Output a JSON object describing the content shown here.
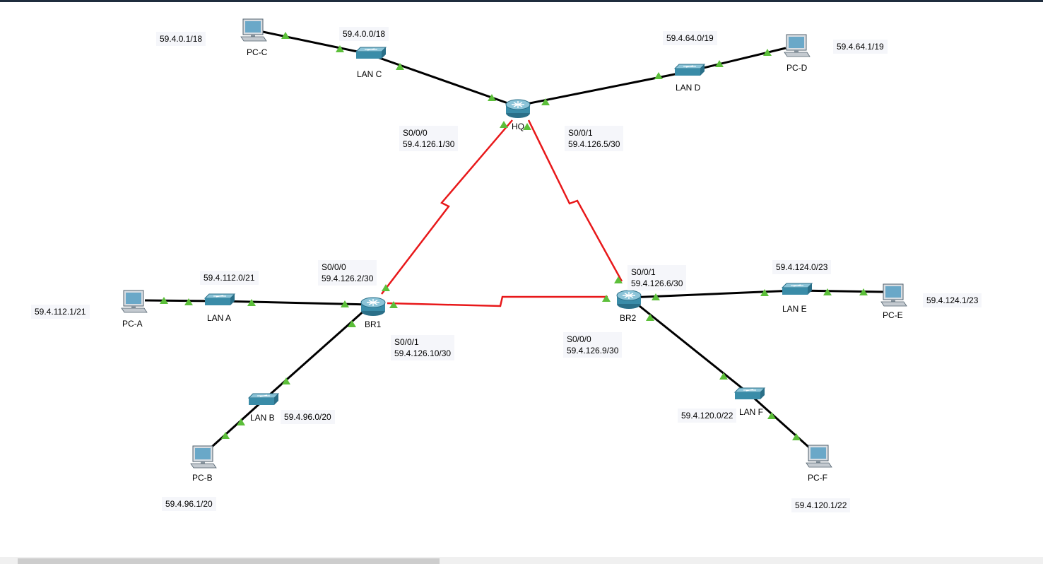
{
  "colors": {
    "ethernet": "#000000",
    "serial": "#e8181a",
    "link_up": "#5cbf3a",
    "device_body": "#3a8ca8",
    "device_light": "#8cc4d8",
    "label_bg": "#f5f6fa"
  },
  "devices": {
    "hq": {
      "name": "HQ",
      "icon": "router-icon"
    },
    "br1": {
      "name": "BR1",
      "icon": "router-icon"
    },
    "br2": {
      "name": "BR2",
      "icon": "router-icon"
    },
    "lan_a": {
      "name": "LAN A",
      "icon": "switch-icon"
    },
    "lan_b": {
      "name": "LAN B",
      "icon": "switch-icon"
    },
    "lan_c": {
      "name": "LAN C",
      "icon": "switch-icon"
    },
    "lan_d": {
      "name": "LAN D",
      "icon": "switch-icon"
    },
    "lan_e": {
      "name": "LAN E",
      "icon": "switch-icon"
    },
    "lan_f": {
      "name": "LAN F",
      "icon": "switch-icon"
    },
    "pc_a": {
      "name": "PC-A",
      "icon": "pc-icon"
    },
    "pc_b": {
      "name": "PC-B",
      "icon": "pc-icon"
    },
    "pc_c": {
      "name": "PC-C",
      "icon": "pc-icon"
    },
    "pc_d": {
      "name": "PC-D",
      "icon": "pc-icon"
    },
    "pc_e": {
      "name": "PC-E",
      "icon": "pc-icon"
    },
    "pc_f": {
      "name": "PC-F",
      "icon": "pc-icon"
    }
  },
  "notes": {
    "pc_c_ip": "59.4.0.1/18",
    "lan_c_net": "59.4.0.0/18",
    "lan_d_net": "59.4.64.0/19",
    "pc_d_ip": "59.4.64.1/19",
    "hq_s000": "S0/0/0\n59.4.126.1/30",
    "hq_s001": "S0/0/1\n59.4.126.5/30",
    "br1_s000": "S0/0/0\n59.4.126.2/30",
    "br1_s001": "S0/0/1\n59.4.126.10/30",
    "br2_s001": "S0/0/1\n59.4.126.6/30",
    "br2_s000": "S0/0/0\n59.4.126.9/30",
    "lan_a_net": "59.4.112.0/21",
    "pc_a_ip": "59.4.112.1/21",
    "lan_b_net": "59.4.96.0/20",
    "pc_b_ip": "59.4.96.1/20",
    "lan_e_net": "59.4.124.0/23",
    "pc_e_ip": "59.4.124.1/23",
    "lan_f_net": "59.4.120.0/22",
    "pc_f_ip": "59.4.120.1/22"
  }
}
